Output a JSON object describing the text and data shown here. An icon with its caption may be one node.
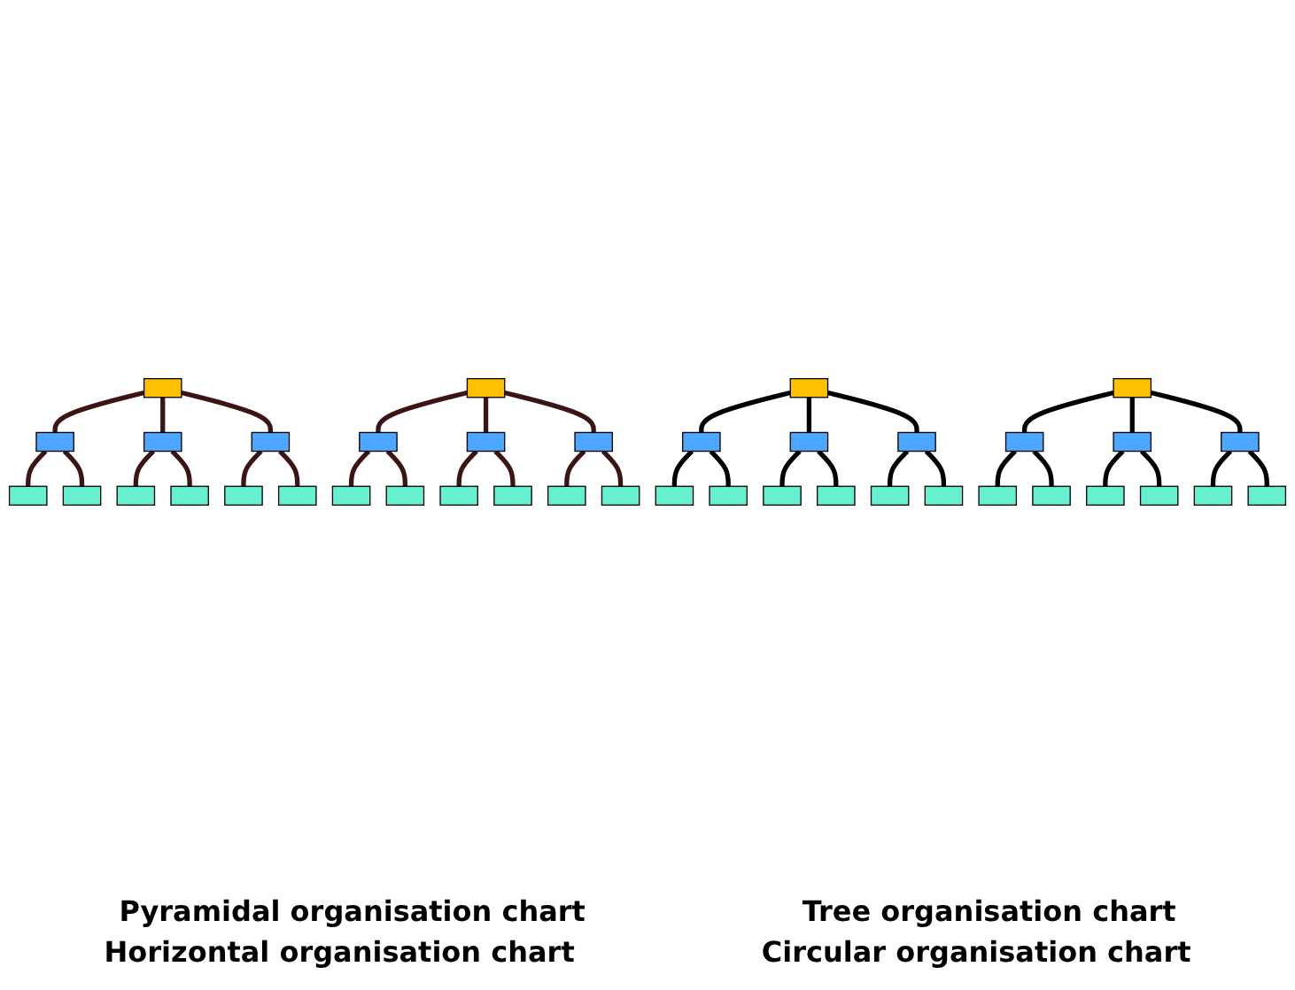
{
  "diagram": {
    "nodes": [
      {
        "text": [],
        "shape": "box"
      },
      {
        "text": [],
        "shape": "box"
      },
      {
        "text": [],
        "shape": "box"
      },
      {
        "text": [],
        "shape": "box"
      },
      {
        "text": [],
        "shape": "box"
      },
      {
        "text": [],
        "shape": "box"
      },
      {
        "text": [],
        "shape": "box"
      },
      {
        "text": [],
        "shape": "box"
      },
      {
        "text": [],
        "shape": "box"
      },
      {
        "text": [],
        "shape": "box"
      },
      {
        "text": [],
        "shape": "box"
      },
      {
        "text": [],
        "shape": "box"
      },
      {
        "text": [],
        "shape": "box"
      },
      {
        "text": [],
        "shape": "box"
      },
      {
        "text": [],
        "shape": "box"
      },
      {
        "text": [],
        "shape": "box"
      },
      {
        "text": [],
        "shape": "box"
      },
      {
        "text": [],
        "shape": "box"
      },
      {
        "text": [],
        "shape": "box"
      },
      {
        "text": [],
        "shape": "box"
      },
      {
        "text": [],
        "shape": "box"
      },
      {
        "text": [],
        "shape": "box"
      },
      {
        "text": [],
        "shape": "box"
      },
      {
        "text": [],
        "shape": "box"
      },
      {
        "text": [],
        "shape": "box"
      },
      {
        "text": [],
        "shape": "box"
      },
      {
        "text": [],
        "shape": "box"
      },
      {
        "text": [],
        "shape": "box"
      },
      {
        "text": [],
        "shape": "box"
      },
      {
        "text": [],
        "shape": "box"
      },
      {
        "text": [],
        "shape": "box"
      },
      {
        "text": [],
        "shape": "box"
      },
      {
        "text": [],
        "shape": "box"
      },
      {
        "text": [],
        "shape": "box"
      },
      {
        "text": [],
        "shape": "box"
      },
      {
        "text": [],
        "shape": "box"
      },
      {
        "text": [],
        "shape": "box"
      },
      {
        "text": [],
        "shape": "box"
      },
      {
        "text": [],
        "shape": "box"
      },
      {
        "text": [],
        "shape": "box"
      }
    ],
    "edges": [
      {
        "from": 0,
        "to": 1,
        "arrow": "none",
        "color": "#3c1414"
      },
      {
        "from": 0,
        "to": 2,
        "arrow": "none",
        "color": "#3c1414"
      },
      {
        "from": 0,
        "to": 3,
        "arrow": "none",
        "color": "#3c1414"
      },
      {
        "from": 1,
        "to": 4,
        "arrow": "none",
        "color": "#3c1414"
      },
      {
        "from": 1,
        "to": 5,
        "arrow": "none",
        "color": "#3c1414"
      },
      {
        "from": 2,
        "to": 6,
        "arrow": "none",
        "color": "#3c1414"
      },
      {
        "from": 2,
        "to": 7,
        "arrow": "none",
        "color": "#3c1414"
      },
      {
        "from": 3,
        "to": 8,
        "arrow": "none",
        "color": "#3c1414"
      },
      {
        "from": 3,
        "to": 9,
        "arrow": "none",
        "color": "#3c1414"
      },
      {
        "from": 10,
        "to": 11,
        "arrow": "none",
        "color": "#3c1414"
      },
      {
        "from": 10,
        "to": 12,
        "arrow": "none",
        "color": "#3c1414"
      },
      {
        "from": 10,
        "to": 13,
        "arrow": "none",
        "color": "#3c1414"
      },
      {
        "from": 11,
        "to": 14,
        "arrow": "none",
        "color": "#3c1414"
      },
      {
        "from": 11,
        "to": 15,
        "arrow": "none",
        "color": "#3c1414"
      },
      {
        "from": 12,
        "to": 16,
        "arrow": "none",
        "color": "#3c1414"
      },
      {
        "from": 12,
        "to": 17,
        "arrow": "none",
        "color": "#3c1414"
      },
      {
        "from": 13,
        "to": 18,
        "arrow": "none",
        "color": "#3c1414"
      },
      {
        "from": 13,
        "to": 19,
        "arrow": "none",
        "color": "#3c1414"
      },
      {
        "from": 20,
        "to": 21,
        "arrow": "none"
      },
      {
        "from": 20,
        "to": 22,
        "arrow": "none"
      },
      {
        "from": 20,
        "to": 23,
        "arrow": "none"
      },
      {
        "from": 21,
        "to": 24,
        "arrow": "none"
      },
      {
        "from": 21,
        "to": 25,
        "arrow": "none"
      },
      {
        "from": 22,
        "to": 26,
        "arrow": "none"
      },
      {
        "from": 22,
        "to": 27,
        "arrow": "none"
      },
      {
        "from": 23,
        "to": 28,
        "arrow": "none"
      },
      {
        "from": 23,
        "to": 29,
        "arrow": "none"
      },
      {
        "from": 33,
        "to": 32,
        "arrow": "none"
      },
      {
        "from": 33,
        "to": 34,
        "arrow": "none"
      },
      {
        "from": 33,
        "to": 37,
        "arrow": "none"
      },
      {
        "from": 32,
        "to": 30,
        "arrow": "none"
      },
      {
        "from": 32,
        "to": 35,
        "arrow": "none"
      },
      {
        "from": 34,
        "to": 31,
        "arrow": "none"
      },
      {
        "from": 34,
        "to": 36,
        "arrow": "none"
      },
      {
        "from": 37,
        "to": 38,
        "arrow": "none"
      },
      {
        "from": 37,
        "to": 39,
        "arrow": "none"
      }
    ],
    "labels": [
      "Pyramidal organisation chart",
      "Tree organisation chart",
      "Horizontal organisation chart",
      "Circular organisation chart"
    ]
  }
}
